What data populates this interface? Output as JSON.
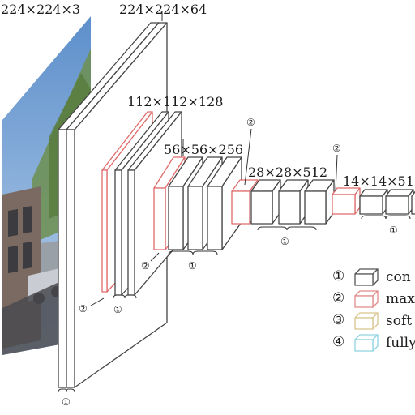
{
  "diagram": {
    "input_dim": "224×224×3",
    "block1_dim": "224×224×64",
    "block2_dim": "112×112×128",
    "block3_dim": "56×56×256",
    "block4_dim": "28×28×512",
    "block5_dim": "14×14×51",
    "markers": {
      "one": "①",
      "two": "②"
    }
  },
  "legend": {
    "items": [
      {
        "num": "①",
        "label": "con",
        "color": "#555555"
      },
      {
        "num": "②",
        "label": "max",
        "color": "#e08a8a"
      },
      {
        "num": "③",
        "label": "soft",
        "color": "#d8c48c"
      },
      {
        "num": "④",
        "label": "fully",
        "color": "#8fd3e0"
      }
    ]
  },
  "colors": {
    "conv": "#555555",
    "pool": "#e06a6a",
    "softmax": "#d8b46a",
    "fc": "#7fcde0",
    "sky": "#7aa6d6",
    "tree": "#6d8f4f",
    "building": "#7a6a62",
    "road": "#4a4a50"
  }
}
